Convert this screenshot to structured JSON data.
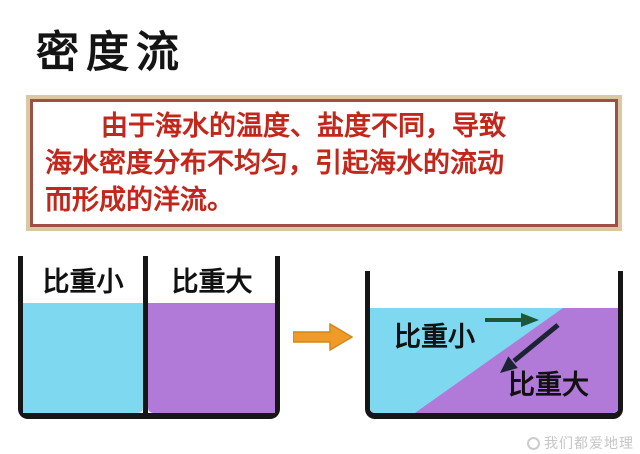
{
  "page": {
    "title": "密度流",
    "watermark_text": "我们都爱地理"
  },
  "definition_box": {
    "lines": [
      "由于海水的温度、盐度不同，导致",
      "海水密度分布不均匀，引起海水的流动",
      "而形成的洋流。"
    ],
    "text_color": "#c3261b",
    "border_color": "#9e5044",
    "outer_border_color": "#d9c9a2"
  },
  "diagram": {
    "before_tank": {
      "left_label": "比重小",
      "right_label": "比重大",
      "light_liquid_color": "#7ed8f0",
      "heavy_liquid_color": "#b179d8",
      "wall_color": "#161616"
    },
    "transition_arrow": {
      "icon": "right-block-arrow",
      "fill": "#f09a28",
      "stroke": "#d4861a"
    },
    "after_tank": {
      "light_label": "比重小",
      "heavy_label": "比重大",
      "light_liquid_color": "#7ed8f0",
      "heavy_liquid_color": "#b179d8",
      "surface_flow_arrow": {
        "icon": "right-arrow",
        "color": "#1d5638"
      },
      "sinking_flow_arrow": {
        "icon": "down-left-arrow",
        "color": "#1b2433"
      },
      "wall_color": "#161616"
    }
  }
}
